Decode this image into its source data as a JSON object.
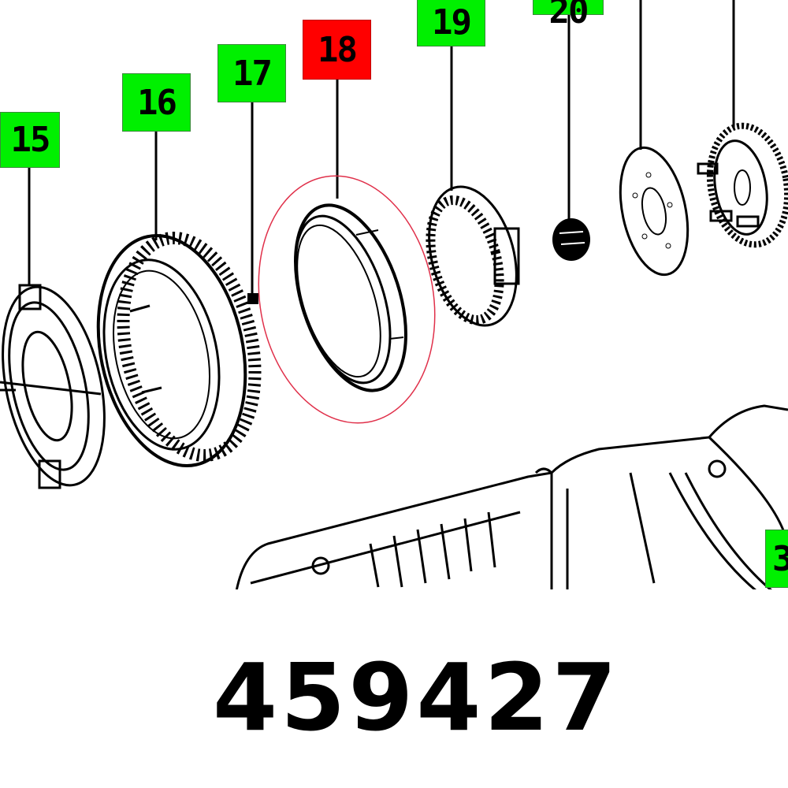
{
  "diagram": {
    "type": "exploded-parts-view",
    "highlight_color": "#ff0000",
    "callout_color": "#00f000",
    "callouts": [
      {
        "label": "15",
        "state": "normal"
      },
      {
        "label": "16",
        "state": "normal"
      },
      {
        "label": "17",
        "state": "normal"
      },
      {
        "label": "18",
        "state": "highlighted"
      },
      {
        "label": "19",
        "state": "normal"
      },
      {
        "label": "20",
        "state": "normal"
      },
      {
        "label": "3",
        "state": "normal"
      }
    ],
    "highlighted_part": "18",
    "highlight_ring_color": "#e0304a"
  },
  "part_number": "459427"
}
